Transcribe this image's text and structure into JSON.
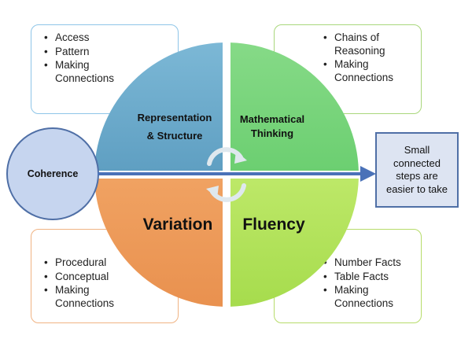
{
  "colors": {
    "representation_structure": "#6aa9c9",
    "mathematical_thinking": "#7dd67f",
    "variation": "#ee9c5e",
    "fluency": "#b2e35a",
    "coherence_fill": "#c6d5ef",
    "coherence_border": "#4f6fa6",
    "arrow": "#4a72b8"
  },
  "quadrants": {
    "representation_structure": {
      "line1": "Representation",
      "line2": "& Structure"
    },
    "mathematical_thinking": {
      "line1": "Mathematical",
      "line2": "Thinking"
    },
    "variation": {
      "label": "Variation"
    },
    "fluency": {
      "label": "Fluency"
    }
  },
  "coherence": {
    "label": "Coherence"
  },
  "takeaway": {
    "text": "Small connected steps are easier to take"
  },
  "boxes": {
    "top_left": {
      "items": [
        "Access",
        "Pattern",
        "Making Connections"
      ]
    },
    "top_right": {
      "items": [
        "Chains of Reasoning",
        "Making Connections"
      ]
    },
    "bottom_left": {
      "items": [
        "Procedural",
        "Conceptual",
        "Making Connections"
      ]
    },
    "bottom_right": {
      "items": [
        "Number Facts",
        "Table Facts",
        "Making Connections"
      ]
    }
  },
  "icons": {
    "center": "cycle-arrows-icon",
    "main_arrow": "right-arrow-icon"
  }
}
